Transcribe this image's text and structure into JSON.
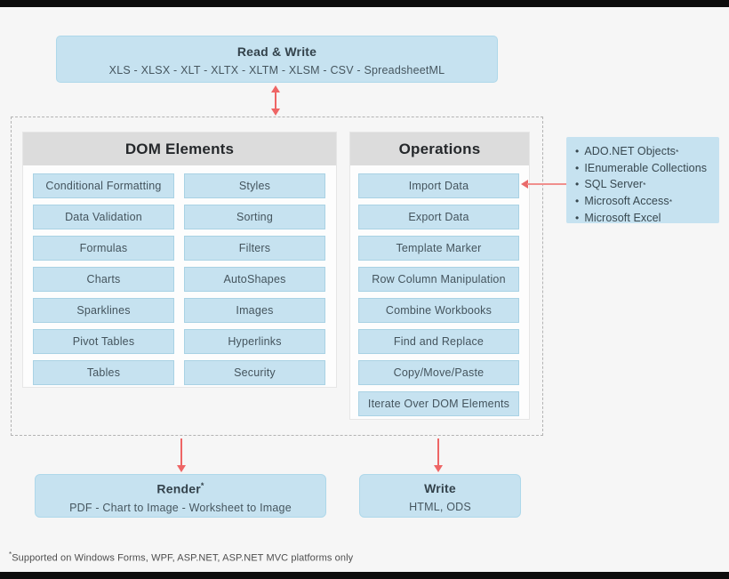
{
  "palette": {
    "background": "#f6f6f6",
    "box_blue": "#c6e2f0",
    "box_blue_border": "#a9d2e4",
    "panel_header_gray": "#dcdcdc",
    "panel_white": "#fdfdfd",
    "dashed_border": "#b3b3b3",
    "arrow_red": "#ee6565",
    "text_dark": "#37474f",
    "letterbox_black": "#0d0d0d"
  },
  "read_write": {
    "title": "Read & Write",
    "formats": "XLS - XLSX - XLT - XLTX - XLTM - XLSM - CSV -  SpreadsheetML"
  },
  "dom_elements": {
    "title": "DOM Elements",
    "items_left": [
      "Conditional Formatting",
      "Data Validation",
      "Formulas",
      "Charts",
      "Sparklines",
      "Pivot Tables",
      "Tables"
    ],
    "items_right": [
      "Styles",
      "Sorting",
      "Filters",
      "AutoShapes",
      "Images",
      "Hyperlinks",
      "Security"
    ]
  },
  "operations": {
    "title": "Operations",
    "items": [
      "Import Data",
      "Export Data",
      "Template Marker",
      "Row Column Manipulation",
      "Combine Workbooks",
      "Find and Replace",
      "Copy/Move/Paste",
      "Iterate Over DOM Elements"
    ]
  },
  "data_sources": {
    "bullet": "•",
    "items": [
      {
        "label": "ADO.NET Objects",
        "marker": "*"
      },
      {
        "label": "IEnumerable Collections",
        "marker": ""
      },
      {
        "label": "SQL Server",
        "marker": "*"
      },
      {
        "label": "Microsoft Access",
        "marker": "*"
      },
      {
        "label": "Microsoft Excel",
        "marker": ""
      }
    ]
  },
  "render": {
    "title": "Render",
    "marker": "*",
    "formats": "PDF - Chart to Image - Worksheet to Image"
  },
  "write": {
    "title": "Write",
    "formats": "HTML, ODS"
  },
  "footnote": {
    "marker": "*",
    "text": "Supported on Windows Forms, WPF, ASP.NET, ASP.NET MVC platforms only"
  }
}
